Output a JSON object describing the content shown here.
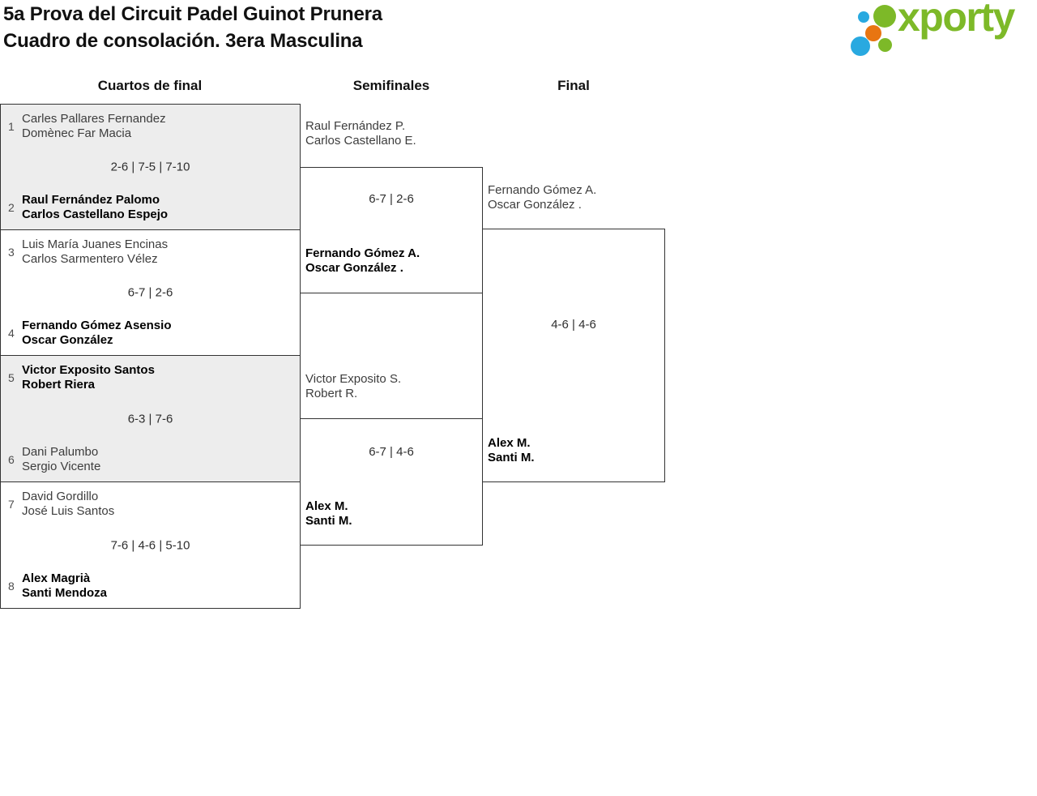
{
  "header": {
    "title_line1": "5a Prova del Circuit Padel Guinot Prunera",
    "title_line2": "Cuadro de consolación. 3era Masculina"
  },
  "logo": {
    "text": "xporty",
    "green": "#7db928",
    "blue": "#29a9e0",
    "orange": "#e87511"
  },
  "round_labels": {
    "quarterfinals": "Cuartos de final",
    "semifinals": "Semifinales",
    "final": "Final"
  },
  "styles": {
    "match_alt_background": "#ededed",
    "border_color": "#333333"
  },
  "quarterfinals": [
    {
      "seed_top": "1",
      "top": {
        "player1": "Carles Pallares Fernandez",
        "player2": "Domènec Far Macia",
        "winner": false
      },
      "score": "2-6 | 7-5 | 7-10",
      "seed_bottom": "2",
      "bottom": {
        "player1": "Raul Fernández Palomo",
        "player2": "Carlos Castellano Espejo",
        "winner": true
      }
    },
    {
      "seed_top": "3",
      "top": {
        "player1": "Luis María Juanes Encinas",
        "player2": "Carlos Sarmentero Vélez",
        "winner": false
      },
      "score": "6-7 | 2-6",
      "seed_bottom": "4",
      "bottom": {
        "player1": "Fernando Gómez Asensio",
        "player2": "Oscar González",
        "winner": true
      }
    },
    {
      "seed_top": "5",
      "top": {
        "player1": "Victor Exposito Santos",
        "player2": "Robert Riera",
        "winner": true
      },
      "score": "6-3 | 7-6",
      "seed_bottom": "6",
      "bottom": {
        "player1": "Dani Palumbo",
        "player2": "Sergio Vicente",
        "winner": false
      }
    },
    {
      "seed_top": "7",
      "top": {
        "player1": "David Gordillo",
        "player2": "José Luis Santos",
        "winner": false
      },
      "score": "7-6 | 4-6 | 5-10",
      "seed_bottom": "8",
      "bottom": {
        "player1": "Alex Magrià",
        "player2": "Santi Mendoza",
        "winner": true
      }
    }
  ],
  "semifinals": [
    {
      "top": {
        "player1": "Raul Fernández P.",
        "player2": "Carlos Castellano E.",
        "winner": false
      },
      "score": "6-7 | 2-6",
      "bottom": {
        "player1": "Fernando Gómez A.",
        "player2": "Oscar González .",
        "winner": true
      }
    },
    {
      "top": {
        "player1": "Victor Exposito S.",
        "player2": "Robert R.",
        "winner": false
      },
      "score": "6-7 | 4-6",
      "bottom": {
        "player1": "Alex M.",
        "player2": "Santi M.",
        "winner": true
      }
    }
  ],
  "final": {
    "top": {
      "player1": "Fernando Gómez A.",
      "player2": "Oscar González .",
      "winner": false
    },
    "score": "4-6 | 4-6",
    "bottom": {
      "player1": "Alex M.",
      "player2": "Santi M.",
      "winner": true
    }
  }
}
